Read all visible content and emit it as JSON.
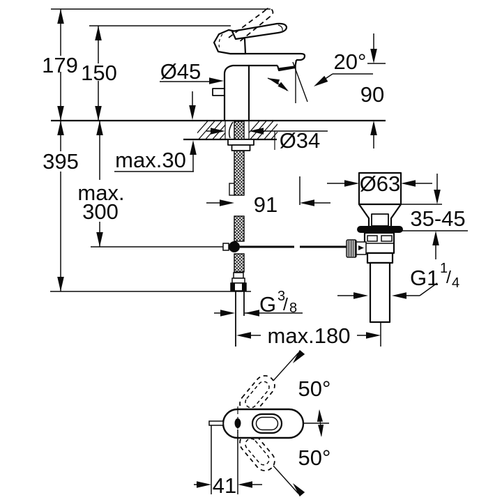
{
  "drawing": {
    "background": "#ffffff",
    "line_color": "#0a0a0a",
    "labels": {
      "dim_179": "179",
      "dim_150": "150",
      "dia_45": "Ø45",
      "angle_20": "20°",
      "dim_90": "90",
      "dia_34": "Ø34",
      "max_30": "max.30",
      "dim_395": "395",
      "max_300_line1": "max.",
      "max_300_line2": "300",
      "dim_91": "91",
      "dia_63": "Ø63",
      "range_35_45": "35-45",
      "g114_base": "G1",
      "g114_sup": "1",
      "g114_slash": "/",
      "g114_sub": "4",
      "g38_base": "G",
      "g38_sup": "3",
      "g38_slash": "/",
      "g38_sub": "8",
      "max_180": "max.180",
      "angle_50_top": "50°",
      "angle_50_bottom": "50°",
      "dim_41": "41"
    }
  }
}
